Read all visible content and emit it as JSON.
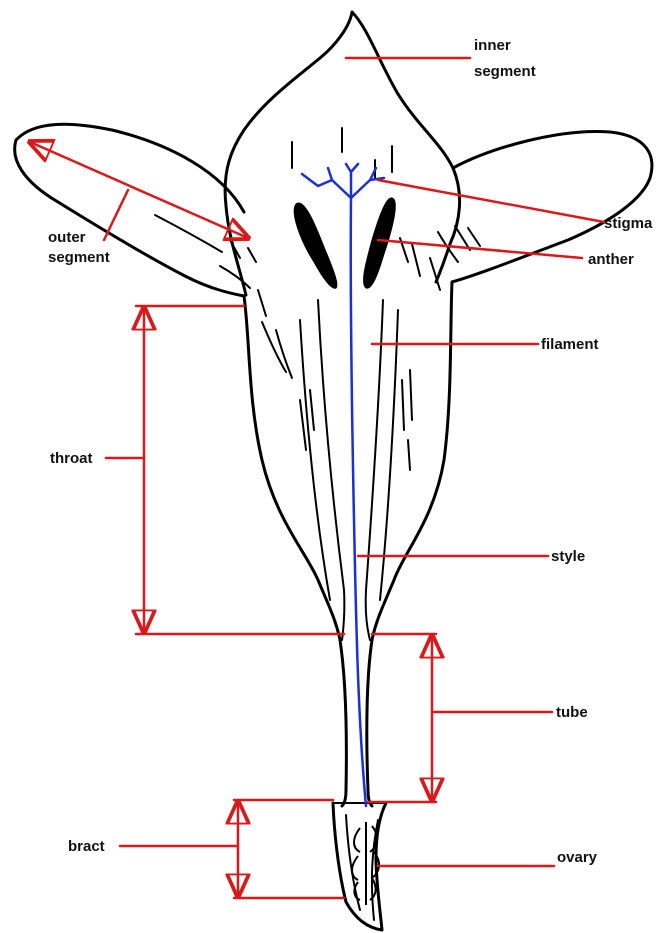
{
  "labels": {
    "inner_segment": [
      "inner",
      "segment"
    ],
    "outer_segment": [
      "outer",
      "segment"
    ],
    "stigma": "stigma",
    "anther": "anther",
    "filament": "filament",
    "throat": "throat",
    "style": "style",
    "tube": "tube",
    "bract": "bract",
    "ovary": "ovary"
  },
  "colors": {
    "outline": "#000000",
    "leader_lines": "#d9191a",
    "style_and_stigma": "#1b2fd6",
    "background": "#ffffff"
  }
}
